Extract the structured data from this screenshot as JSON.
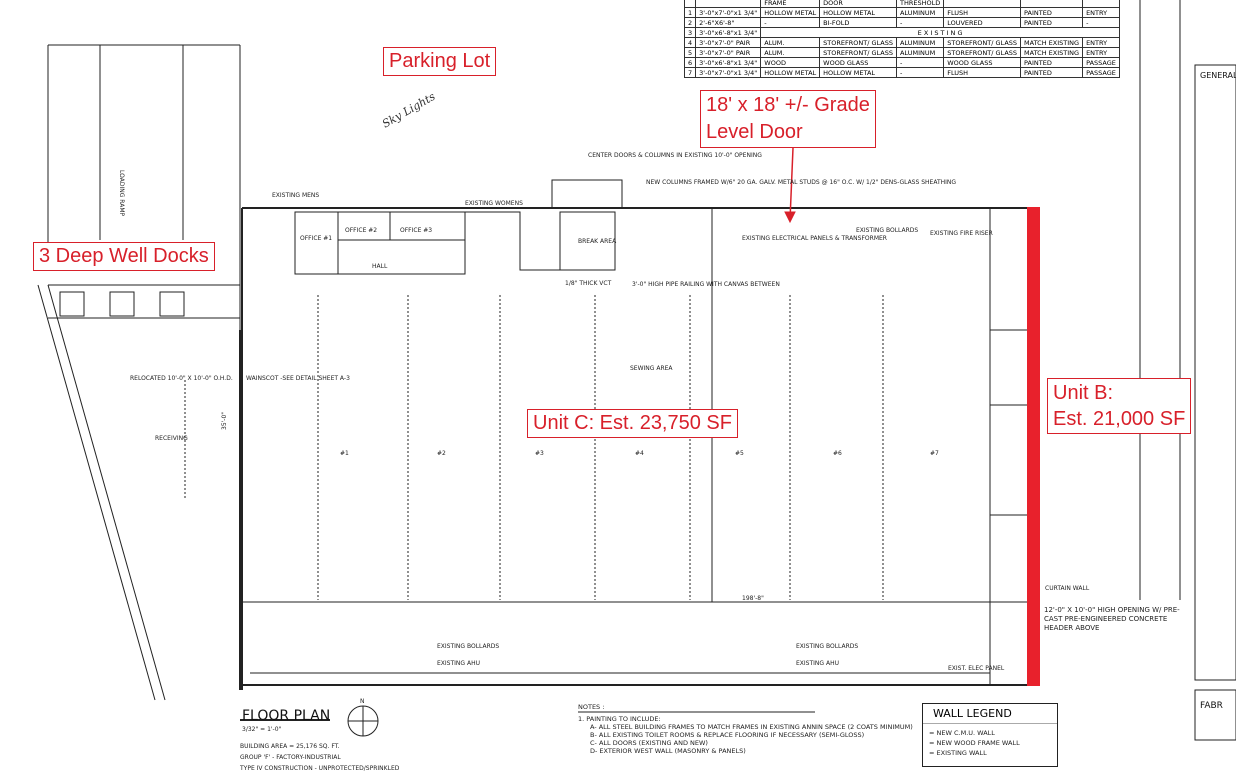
{
  "annotations": {
    "parking_lot": "Parking Lot",
    "grade_door_line1": "18' x 18' +/- Grade",
    "grade_door_line2": "Level Door",
    "docks": "3 Deep Well Docks",
    "unit_c": "Unit C: Est. 23,750 SF",
    "unit_b_line1": "Unit B:",
    "unit_b_line2": "Est. 21,000 SF",
    "accent_color": "#d8202a"
  },
  "door_schedule": {
    "headers": [
      "",
      "",
      "FRAME",
      "DOOR",
      "THRESHOLD",
      "",
      "",
      ""
    ],
    "rows": [
      [
        "1",
        "3'-0\"x7'-0\"x1 3/4\"",
        "HOLLOW METAL",
        "HOLLOW METAL",
        "ALUMINUM",
        "FLUSH",
        "PAINTED",
        "ENTRY"
      ],
      [
        "2",
        "2'-6\"X6'-8\"",
        "-",
        "BI-FOLD",
        "-",
        "LOUVERED",
        "PAINTED",
        "-"
      ],
      [
        "3",
        "3'-0\"x6'-8\"x1 3/4\"",
        "E X I S T I N G",
        "",
        "",
        "",
        "",
        ""
      ],
      [
        "4",
        "3'-0\"x7'-0\" PAIR",
        "ALUM.",
        "STOREFRONT/ GLASS",
        "ALUMINUM",
        "STOREFRONT/ GLASS",
        "MATCH EXISTING",
        "ENTRY"
      ],
      [
        "5",
        "3'-0\"x7'-0\" PAIR",
        "ALUM.",
        "STOREFRONT/ GLASS",
        "ALUMINUM",
        "STOREFRONT/ GLASS",
        "MATCH EXISTING",
        "ENTRY"
      ],
      [
        "6",
        "3'-0\"x6'-8\"x1 3/4\"",
        "WOOD",
        "WOOD GLASS",
        "-",
        "WOOD GLASS",
        "PAINTED",
        "PASSAGE"
      ],
      [
        "7",
        "3'-0\"x7'-0\"x1 3/4\"",
        "HOLLOW METAL",
        "HOLLOW METAL",
        "-",
        "FLUSH",
        "PAINTED",
        "PASSAGE"
      ]
    ]
  },
  "plan_labels": {
    "loading_ramp": "LOADING RAMP",
    "office1": "OFFICE #1",
    "office2": "OFFICE #2",
    "office3": "OFFICE #3",
    "hall": "HALL",
    "break_area": "BREAK AREA",
    "existing_womens": "EXISTING WOMENS",
    "existing_mens": "EXISTING MENS",
    "sewing_area": "SEWING AREA",
    "receiving": "RECEIVING",
    "existing_bollards": "EXISTING BOLLARDS",
    "existing_ahu": "EXISTING AHU",
    "exist_elec_panel": "EXIST. ELEC PANEL",
    "curtain_wall": "CURTAIN WALL",
    "fire_riser": "EXISTING FIRE RISER",
    "electrical": "EXISTING ELECTRICAL PANELS & TRANSFORMER",
    "new_columns": "NEW COLUMNS FRAMED W/6\" 20 GA. GALV. METAL STUDS @ 16\" O.C. W/ 1/2\" DENS-GLASS SHEATHING",
    "center_doors": "CENTER DOORS & COLUMNS IN EXISTING 10'-0\" OPENING",
    "dim_198": "198'-8\"",
    "dim_35": "35'-0\"",
    "wainscot": "WAINSCOT -SEE DETAIL SHEET A-3",
    "relocated": "RELOCATED 10'-0\" X 10'-0\" O.H.D.",
    "pipe_railing": "3'-0\" HIGH PIPE RAILING WITH CANVAS BETWEEN",
    "thick_vct": "1/8\" THICK VCT",
    "opening_note": "12'-0\" X 10'-0\" HIGH OPENING W/ PRE-CAST PRE-ENGINEERED CONCRETE HEADER ABOVE",
    "handwriting": "Sky Lights",
    "columns": [
      "#1",
      "#2",
      "#3",
      "#4",
      "#5",
      "#6",
      "#7"
    ]
  },
  "title_block": {
    "title": "FLOOR PLAN",
    "scale": "3/32\" = 1'-0\"",
    "north": "N",
    "items": [
      "BUILDING AREA = 25,176 SQ. FT.",
      "GROUP 'F' - FACTORY-INDUSTRIAL",
      "TYPE IV CONSTRUCTION - UNPROTECTED/SPRINKLED"
    ]
  },
  "notes": {
    "title": "NOTES :",
    "items": [
      "1. PAINTING TO INCLUDE:",
      "A- ALL STEEL BUILDING FRAMES TO MATCH FRAMES IN EXISTING ANNIN SPACE (2 COATS MINIMUM)",
      "B- ALL EXISTING TOILET ROOMS & REPLACE FLOORING IF NECESSARY (SEMI-GLOSS)",
      "C- ALL DOORS (EXISTING AND NEW)",
      "D- EXTERIOR WEST WALL (MASONRY & PANELS)"
    ]
  },
  "wall_legend": {
    "title": "WALL LEGEND",
    "items": [
      "= NEW C.M.U. WALL",
      "= NEW WOOD FRAME WALL",
      "= EXISTING WALL"
    ]
  },
  "side_panel": {
    "general": "GENERAL",
    "fabr": "FABR"
  }
}
